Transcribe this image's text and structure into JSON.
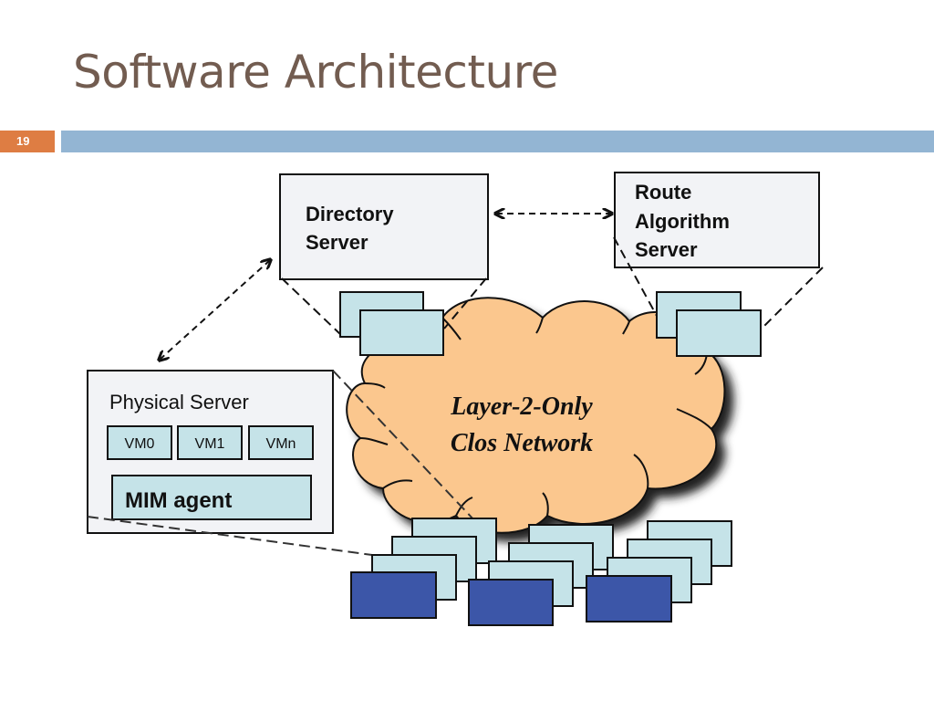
{
  "slide": {
    "title": "Software Architecture",
    "number": "19"
  },
  "diagram": {
    "directory_server": {
      "line1": "Directory",
      "line2": "Server"
    },
    "route_server": {
      "line1": "Route",
      "line2": "Algorithm",
      "line3": "Server"
    },
    "physical_server": {
      "label": "Physical Server",
      "vms": [
        "VM0",
        "VM1",
        "VMn"
      ],
      "agent": "MIM agent"
    },
    "cloud": {
      "line1": "Layer-2-Only",
      "line2": "Clos Network"
    },
    "colors": {
      "cloud_fill": "#fbc78e",
      "switch_fill": "#c5e3e8",
      "host_fill": "#3c56a8",
      "server_box_fill": "#f2f3f6",
      "title_color": "#725c50",
      "accent_orange": "#de7d43",
      "accent_blue": "#93b5d3"
    }
  }
}
